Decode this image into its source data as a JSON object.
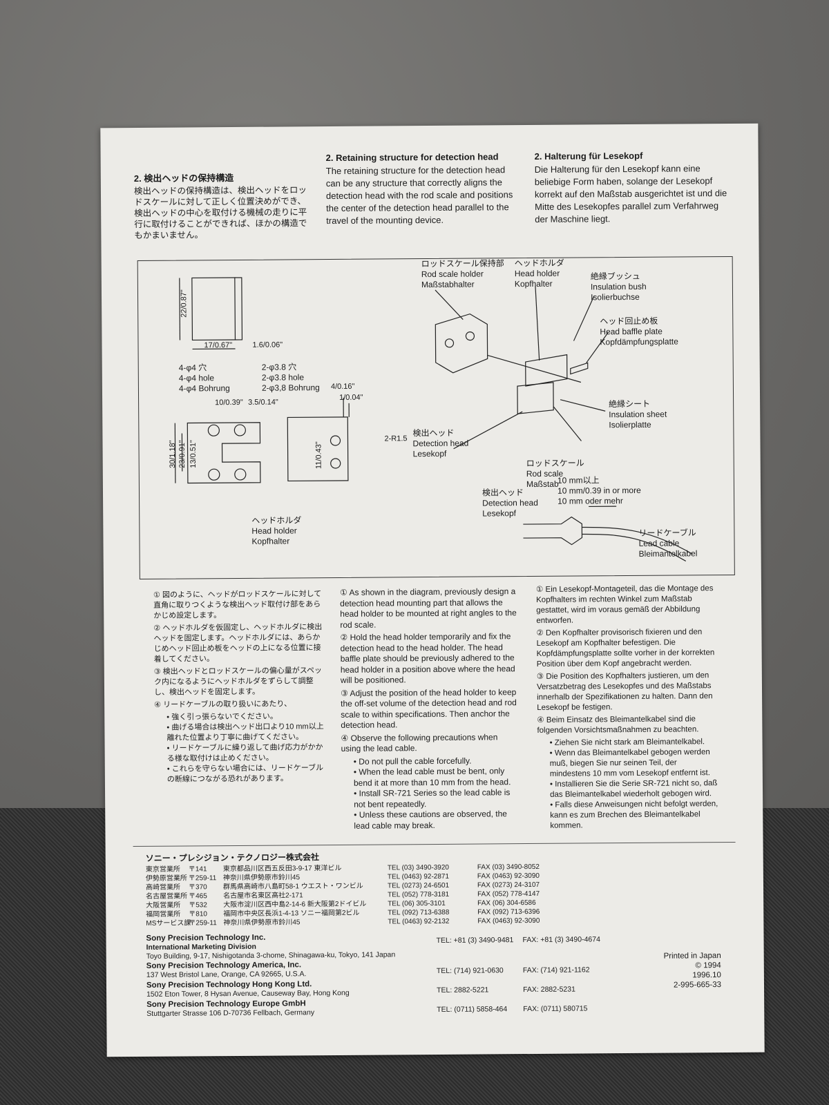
{
  "section_heading": {
    "ja": "2. 検出ヘッドの保持構造",
    "en": "2. Retaining structure for detection head",
    "de": "2. Halterung für Lesekopf"
  },
  "section_text": {
    "ja": "検出ヘッドの保持構造は、検出ヘッドをロッドスケールに対して正しく位置決めができ、検出ヘッドの中心を取付ける機械の走りに平行に取付けることができれば、ほかの構造でもかまいません。",
    "en": "The retaining structure for the detection head can be any structure that correctly aligns the detection head with the rod scale and positions the center of the detection head parallel to the travel of the mounting device.",
    "de": "Die Halterung für den Lesekopf kann eine beliebige Form haben, solange der Lesekopf korrekt auf den Maßstab ausgerichtet ist und die Mitte des Lesekopfes parallel zum Verfahrweg der Maschine liegt."
  },
  "diagram": {
    "dims_top": [
      "22/0.87\"",
      "17/0.67\"",
      "1.6/0.06\""
    ],
    "holes_a": [
      "4-φ4 穴",
      "4-φ4 hole",
      "4-φ4 Bohrung"
    ],
    "holes_b": [
      "2-φ3.8 穴",
      "2-φ3.8 hole",
      "2-φ3,8 Bohrung"
    ],
    "dims_left": [
      "10/0.39\"",
      "3.5/0.14\"",
      "30/1.18\"",
      "23/0.91\"",
      "13/0.51\""
    ],
    "dims_right": [
      "4/0.16\"",
      "1/0.04\"",
      "11/0.43\"",
      "2-R1.5"
    ],
    "head_holder_bottom": [
      "ヘッドホルダ",
      "Head holder",
      "Kopfhalter"
    ],
    "rod_scale_holder": [
      "ロッドスケール保持部",
      "Rod scale holder",
      "Maßstabhalter"
    ],
    "head_holder": [
      "ヘッドホルダ",
      "Head holder",
      "Kopfhalter"
    ],
    "insulation_bush": [
      "絶縁ブッシュ",
      "Insulation bush",
      "Isolierbuchse"
    ],
    "head_baffle": [
      "ヘッド回止め板",
      "Head baffle plate",
      "Kopfdämpfungsplatte"
    ],
    "insulation_sheet": [
      "絶縁シート",
      "Insulation sheet",
      "Isolierplatte"
    ],
    "detection_head_1": [
      "検出ヘッド",
      "Detection head",
      "Lesekopf"
    ],
    "rod_scale": [
      "ロッドスケール",
      "Rod scale",
      "Maßstab"
    ],
    "bend_distance": [
      "10 mm以上",
      "10 mm/0.39 in or more",
      "10 mm oder mehr"
    ],
    "detection_head_2": [
      "検出ヘッド",
      "Detection head",
      "Lesekopf"
    ],
    "lead_cable": [
      "リードケーブル",
      "Lead cable",
      "Bleimantelkabel"
    ]
  },
  "steps_ja": [
    "① 図のように、ヘッドがロッドスケールに対して直角に取りつくような検出ヘッド取付け部をあらかじめ設定します。",
    "② ヘッドホルダを仮固定し、ヘッドホルダに検出ヘッドを固定します。ヘッドホルダには、あらかじめヘッド回止め板をヘッドの上になる位置に接着してください。",
    "③ 検出ヘッドとロッドスケールの偏心量がスペック内になるようにヘッドホルダをずらして調整し、検出ヘッドを固定します。",
    "④ リードケーブルの取り扱いにあたり、"
  ],
  "bullets_ja": [
    "強く引っ張らないでください。",
    "曲げる場合は検出ヘッド出口より10 mm以上離れた位置より丁寧に曲げてください。",
    "リードケーブルに繰り返して曲げ応力がかかる様な取付けは止めください。",
    "これらを守らない場合には、リードケーブルの断線につながる恐れがあります。"
  ],
  "steps_en": [
    "① As shown in the diagram, previously design a detection head mounting part that allows the head holder to be mounted at right angles to the rod scale.",
    "② Hold the head holder temporarily and fix the detection head to the head holder. The head baffle plate should be previously adhered to the head holder in a position above where the head will be positioned.",
    "③ Adjust the position of the head holder to keep the off-set volume of the detection head and rod scale to within specifications. Then anchor the detection head.",
    "④ Observe the following precautions when using the lead cable."
  ],
  "bullets_en": [
    "Do not pull the cable forcefully.",
    "When the lead cable must be bent, only bend it at more than 10 mm from the head.",
    "Install SR-721 Series so the lead cable is not bent repeatedly.",
    "Unless these cautions are observed, the lead cable may break."
  ],
  "steps_de": [
    "① Ein Lesekopf-Montageteil, das die Montage des Kopfhalters im rechten Winkel zum Maßstab gestattet, wird im voraus gemäß der Abbildung entworfen.",
    "② Den Kopfhalter provisorisch fixieren und den Lesekopf am Kopfhalter befestigen. Die Kopfdämpfungsplatte sollte vorher in der korrekten Position über dem Kopf angebracht werden.",
    "③ Die Position des Kopfhalters justieren, um den Versatzbetrag des Lesekopfes und des Maßstabs innerhalb der Spezifikationen zu halten. Dann den Lesekopf be festigen.",
    "④ Beim Einsatz des Bleimantelkabel sind die folgenden Vorsichtsmaßnahmen zu beachten."
  ],
  "bullets_de": [
    "Ziehen Sie nicht stark am Bleimantelkabel.",
    "Wenn das Bleimantelkabel gebogen werden muß, biegen Sie nur seinen Teil, der mindestens 10 mm vom Lesekopf entfernt ist.",
    "Installieren Sie die Serie SR-721 nicht so, daß das Bleimantelkabel wiederholt gebogen wird.",
    "Falls diese Anweisungen nicht befolgt werden, kann es zum Brechen des Bleimantelkabel kommen."
  ],
  "company_ja": "ソニー・プレシジョン・テクノロジー株式会社",
  "offices_ja": [
    [
      "東京営業所",
      "〒141",
      "東京都品川区西五反田3-9-17 東洋ビル",
      "TEL (03) 3490-3920",
      "FAX (03) 3490-8052"
    ],
    [
      "伊勢原営業所",
      "〒259-11",
      "神奈川県伊勢原市鈴川45",
      "TEL (0463) 92-2871",
      "FAX (0463) 92-3090"
    ],
    [
      "高崎営業所",
      "〒370",
      "群馬県高崎市八島町58-1 ウエスト・ワンビル",
      "TEL (0273) 24-6501",
      "FAX (0273) 24-3107"
    ],
    [
      "名古屋営業所",
      "〒465",
      "名古屋市名東区高社2-171",
      "TEL (052) 778-3181",
      "FAX (052) 778-4147"
    ],
    [
      "大阪営業所",
      "〒532",
      "大阪市淀川区西中島2-14-6 新大阪第2ドイビル",
      "TEL (06) 305-3101",
      "FAX (06) 304-6586"
    ],
    [
      "福岡営業所",
      "〒810",
      "福岡市中央区長浜1-4-13 ソニー福岡第2ビル",
      "TEL (092) 713-6388",
      "FAX (092) 713-6396"
    ],
    [
      "MSサービス課",
      "〒259-11",
      "神奈川県伊勢原市鈴川45",
      "TEL (0463) 92-2132",
      "FAX (0463) 92-3090"
    ]
  ],
  "intl": [
    {
      "name": "Sony Precision Technology Inc.",
      "sub": "International Marketing Division",
      "addr": "Toyo Building, 9-17, Nishigotanda 3-chome, Shinagawa-ku, Tokyo, 141 Japan",
      "tel": "TEL: +81 (3) 3490-9481",
      "fax": "FAX: +81 (3) 3490-4674"
    },
    {
      "name": "Sony Precision Technology America, Inc.",
      "sub": "",
      "addr": "137 West Bristol Lane, Orange, CA 92665, U.S.A.",
      "tel": "TEL: (714) 921-0630",
      "fax": "FAX: (714) 921-1162"
    },
    {
      "name": "Sony Precision Technology Hong Kong Ltd.",
      "sub": "",
      "addr": "1502 Eton Tower, 8 Hysan Avenue, Causeway Bay, Hong Kong",
      "tel": "TEL: 2882-5221",
      "fax": "FAX: 2882-5231"
    },
    {
      "name": "Sony Precision Technology Europe GmbH",
      "sub": "",
      "addr": "Stuttgarter Strasse 106 D-70736 Fellbach, Germany",
      "tel": "TEL: (0711) 5858-464",
      "fax": "FAX: (0711) 580715"
    }
  ],
  "print_info": [
    "Printed in Japan",
    "© 1994",
    "1996.10",
    "2-995-665-33"
  ]
}
